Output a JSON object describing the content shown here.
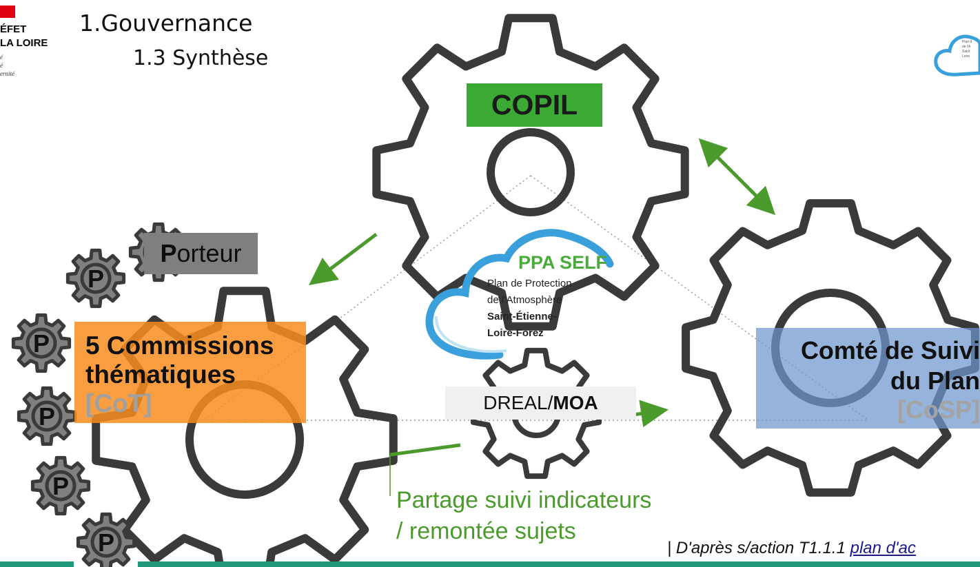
{
  "header": {
    "logo_lines": [
      "ÉFET",
      "LA LOIRE"
    ],
    "logo_motto": [
      "é",
      "é",
      "ernité"
    ],
    "title": "1.Gouvernance",
    "subtitle": "1.3 Synthèse"
  },
  "nodes": {
    "copil": "COPIL",
    "porteur_first": "P",
    "porteur_rest": "orteur",
    "commissions": [
      "5 Commissions",
      "thématiques",
      "[CoT]"
    ],
    "comite": [
      "Comté de Suivi",
      "du Plan",
      "[CoSP]"
    ],
    "dreal_prefix": "DREAL/",
    "dreal_bold": "MOA",
    "small_gear_label": "P"
  },
  "ppa_logo": {
    "title": "PPA SELF",
    "lines": [
      "Plan de Protection",
      "de l’Atmosphère"
    ],
    "bold_lines": [
      "Saint-Étienne-",
      "Loire-Forez"
    ]
  },
  "right_logo_lines": [
    "Plan d",
    "de l'A",
    "Saint",
    "Loire"
  ],
  "flow_label": [
    "Partage suivi indicateurs",
    "/ remontée sujets"
  ],
  "source": {
    "prefix": "| D'après s/action T1.1.1 ",
    "link": "plan d'ac"
  },
  "colors": {
    "gear_stroke": "#3a3a3a",
    "small_gear_fill": "#808080",
    "arrow": "#4a9a2c",
    "copil_bg": "#3aaa35",
    "commissions_bg": "#f78c1e",
    "cosp_bg": "#6e96cd",
    "bottom_bar": "#1f9a7a"
  }
}
